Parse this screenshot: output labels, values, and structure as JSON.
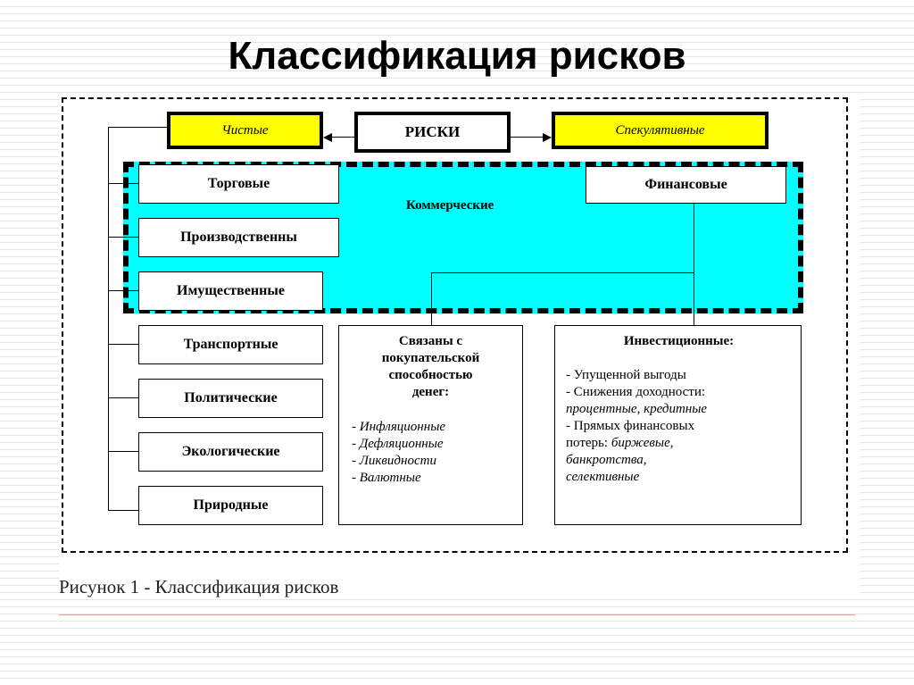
{
  "title": "Классификация рисков",
  "diagram": {
    "root": "РИСКИ",
    "pure": "Чистые",
    "speculative": "Спекулятивные",
    "commercial": "Коммерческие",
    "financial": "Финансовые",
    "pure_items": [
      "Торговые",
      "Производственны",
      "Имущественные",
      "Транспортные",
      "Политические",
      "Экологические",
      "Природные"
    ],
    "purchasing_power": {
      "heading": [
        "Связаны с",
        "покупательской",
        "способностью",
        "денег:"
      ],
      "items": [
        "- Инфляционные",
        "- Дефляционные",
        "- Ликвидности",
        "- Валютные"
      ]
    },
    "investment": {
      "heading": "Инвестиционные:",
      "lines": [
        {
          "plain": "- Упущенной выгоды",
          "italic": ""
        },
        {
          "plain": "- Снижения доходности:",
          "italic": ""
        },
        {
          "plain": "",
          "italic": "процентные, кредитные"
        },
        {
          "plain": "- Прямых финансовых",
          "italic": ""
        },
        {
          "plain": "потерь: ",
          "italic": "биржевые,"
        },
        {
          "plain": "",
          "italic": "банкротства,"
        },
        {
          "plain": "",
          "italic": "селективные"
        }
      ]
    }
  },
  "caption": "Рисунок 1 - Классификация рисков"
}
